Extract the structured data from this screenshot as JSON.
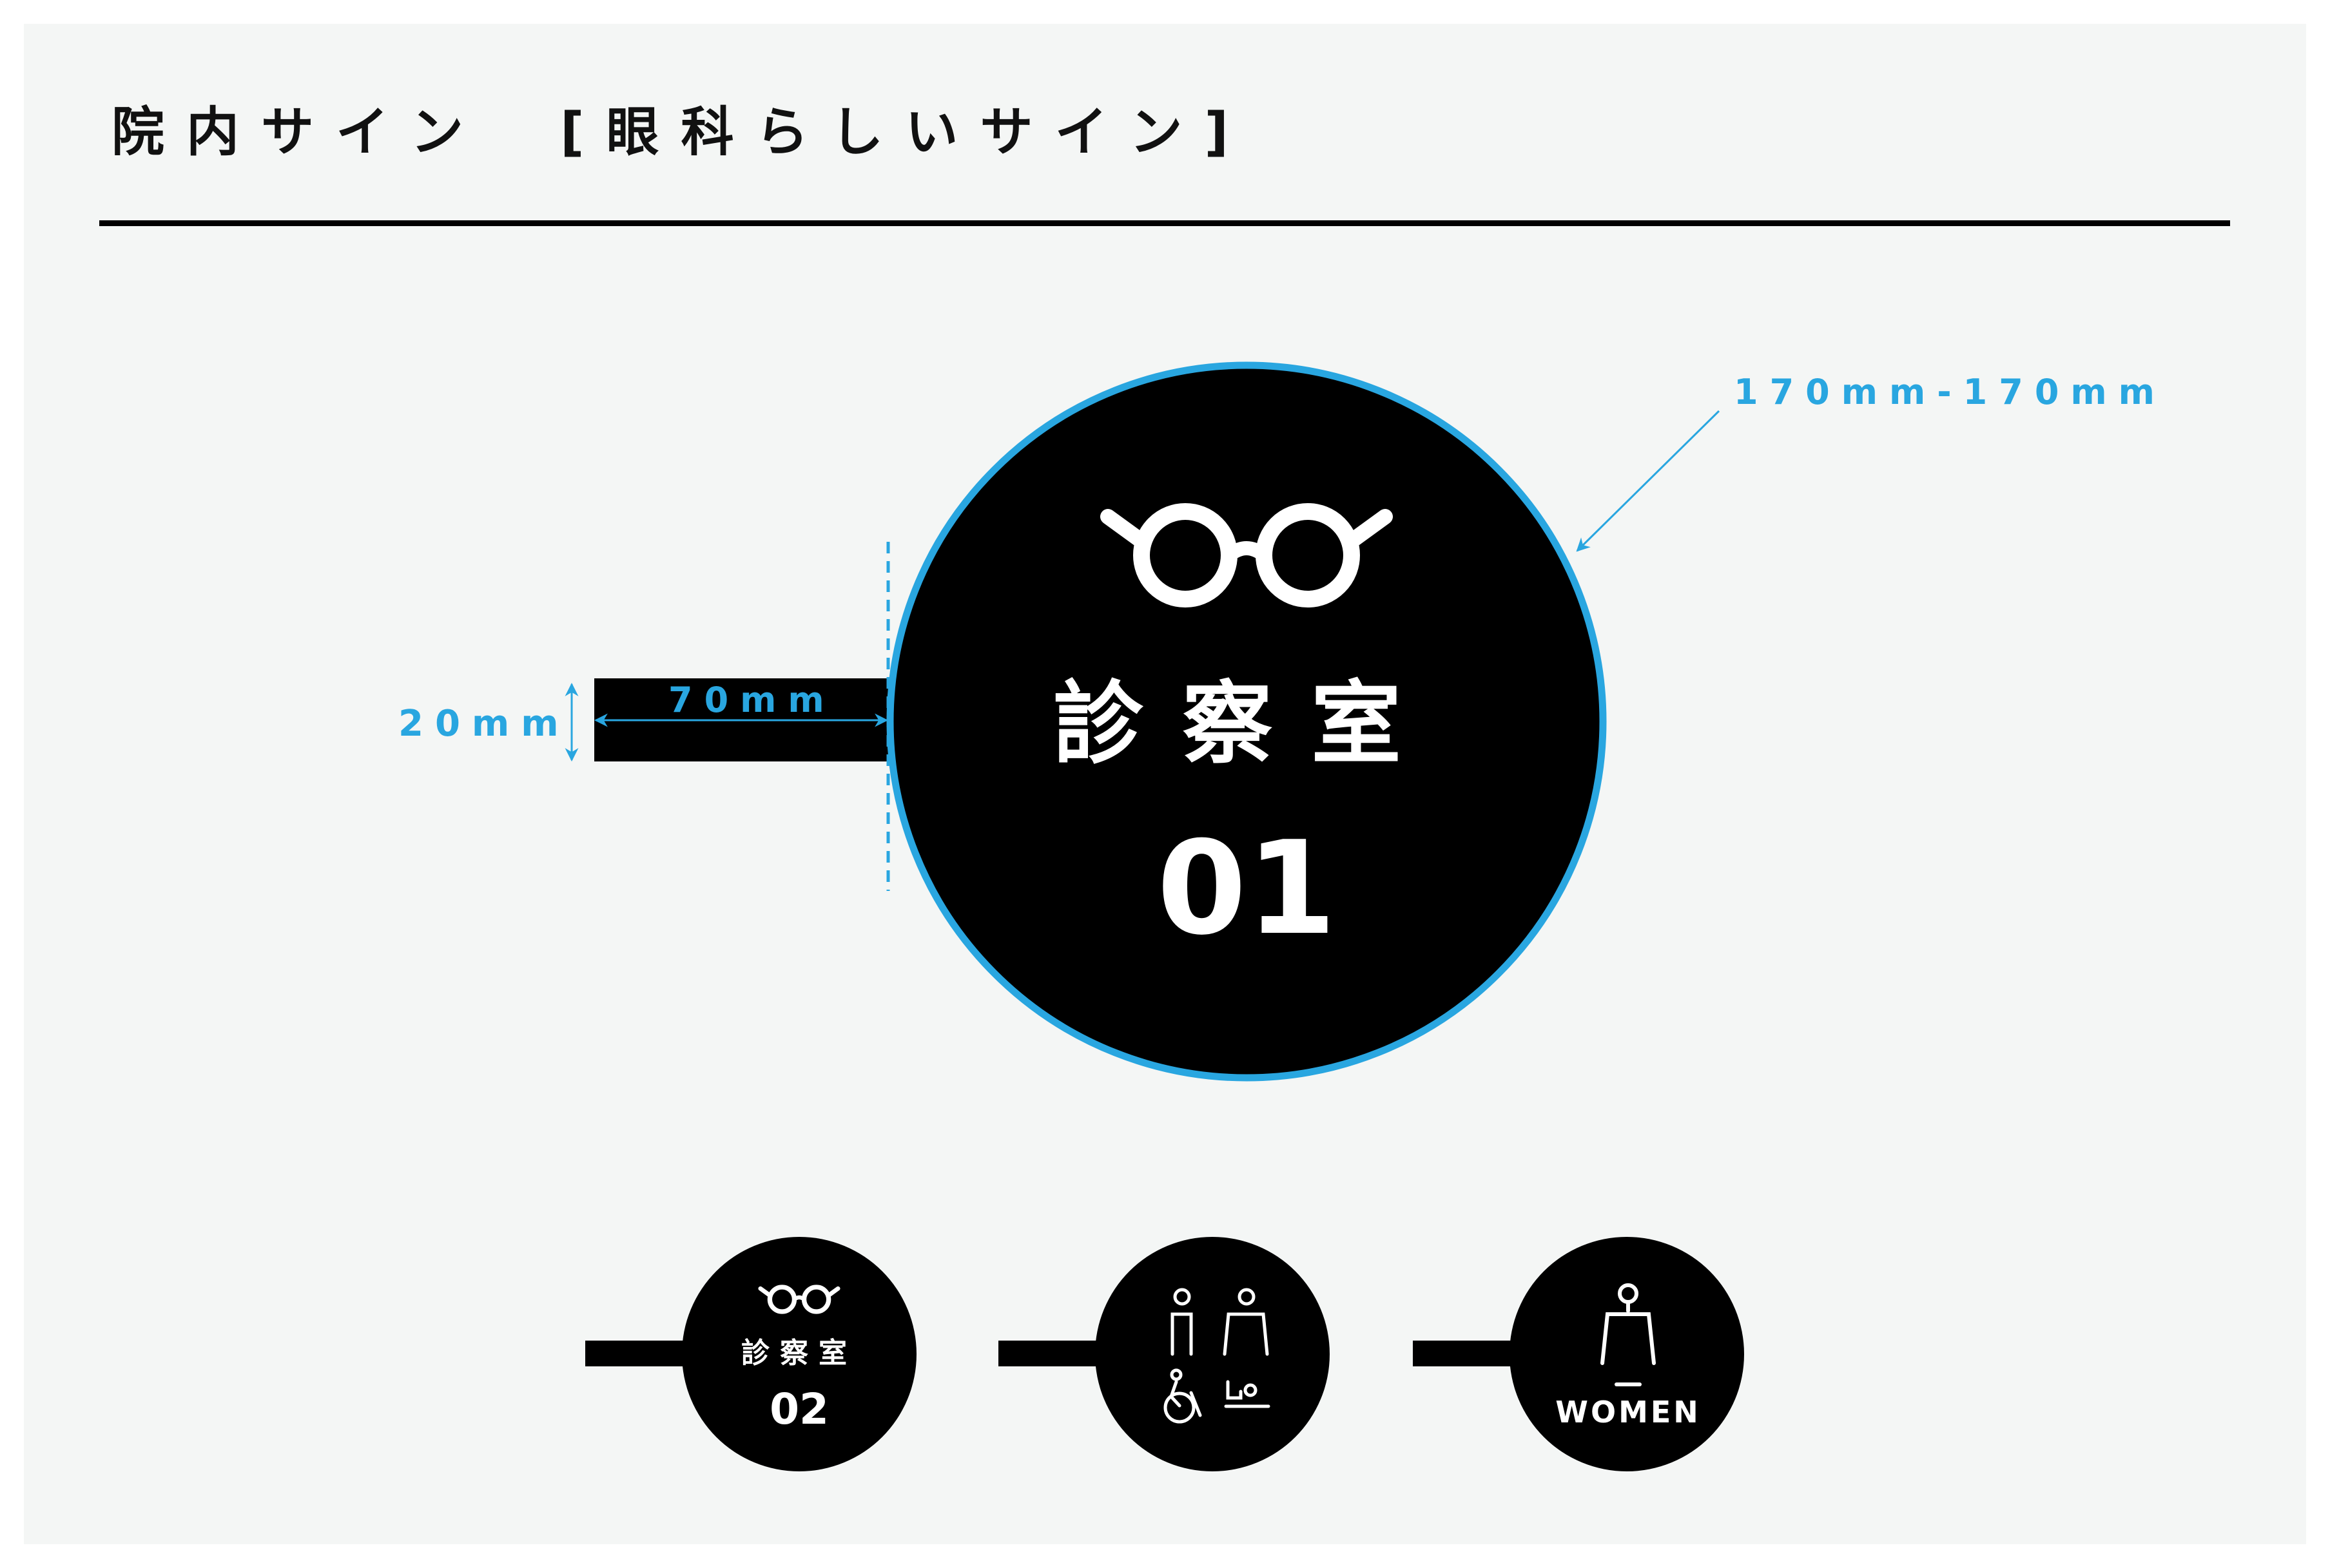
{
  "title": "院内サイン　[眼科らしいサイン]",
  "colors": {
    "panel": "#f4f6f5",
    "accent": "#29a6e0",
    "sign": "#000000",
    "text": "#ffffff"
  },
  "main_sign": {
    "icon": "glasses-icon",
    "room": "診察室",
    "number": "01"
  },
  "dimensions": {
    "height": "20mm",
    "arm_length": "70mm",
    "diameter": "170mm-170mm"
  },
  "variants": [
    {
      "icon": "glasses-icon",
      "room": "診察室",
      "number": "02"
    },
    {
      "icon": "restroom-icon"
    },
    {
      "icon": "woman-icon",
      "label": "WOMEN"
    }
  ]
}
